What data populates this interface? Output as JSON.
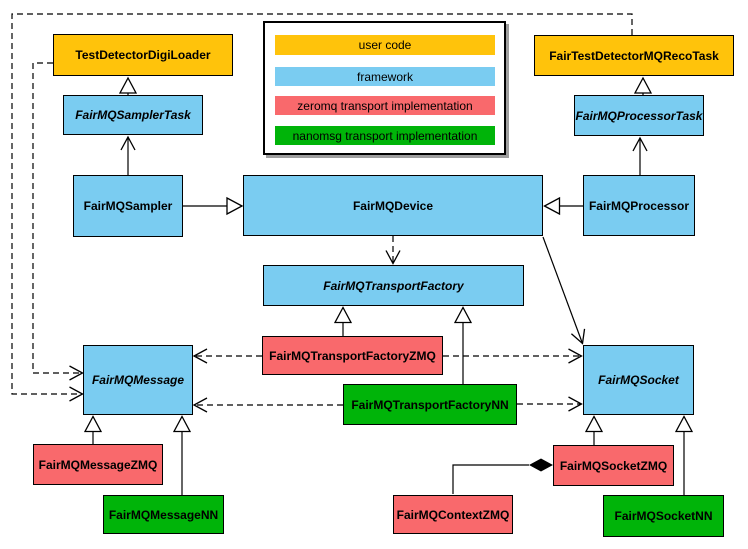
{
  "legend": {
    "items": [
      {
        "label": "user code",
        "color": "#FFC30B"
      },
      {
        "label": "framework",
        "color": "#7ACCF1"
      },
      {
        "label": "zeromq transport implementation",
        "color": "#F9696C"
      },
      {
        "label": "nanomsg transport implementation",
        "color": "#00B409"
      }
    ]
  },
  "colors": {
    "user_code": "#FFC30B",
    "framework": "#7ACCF1",
    "zeromq": "#F9696C",
    "nanomsg": "#00B409",
    "line": "#000000",
    "background": "#FFFFFF"
  },
  "nodes": {
    "digi_loader": {
      "label": "TestDetectorDigiLoader",
      "category": "user code",
      "abstract": false
    },
    "sampler_task": {
      "label": "FairMQSamplerTask",
      "category": "framework",
      "abstract": true
    },
    "sampler": {
      "label": "FairMQSampler",
      "category": "framework",
      "abstract": false
    },
    "device": {
      "label": "FairMQDevice",
      "category": "framework",
      "abstract": false
    },
    "reco_task": {
      "label": "FairTestDetectorMQRecoTask",
      "category": "user code",
      "abstract": false
    },
    "processor_task": {
      "label": "FairMQProcessorTask",
      "category": "framework",
      "abstract": true
    },
    "processor": {
      "label": "FairMQProcessor",
      "category": "framework",
      "abstract": false
    },
    "transport_factory": {
      "label": "FairMQTransportFactory",
      "category": "framework",
      "abstract": true
    },
    "transport_factory_zmq": {
      "label": "FairMQTransportFactoryZMQ",
      "category": "zeromq",
      "abstract": false
    },
    "transport_factory_nn": {
      "label": "FairMQTransportFactoryNN",
      "category": "nanomsg",
      "abstract": false
    },
    "message": {
      "label": "FairMQMessage",
      "category": "framework",
      "abstract": true
    },
    "socket": {
      "label": "FairMQSocket",
      "category": "framework",
      "abstract": true
    },
    "message_zmq": {
      "label": "FairMQMessageZMQ",
      "category": "zeromq",
      "abstract": false
    },
    "message_nn": {
      "label": "FairMQMessageNN",
      "category": "nanomsg",
      "abstract": false
    },
    "context_zmq": {
      "label": "FairMQContextZMQ",
      "category": "zeromq",
      "abstract": false
    },
    "socket_zmq": {
      "label": "FairMQSocketZMQ",
      "category": "zeromq",
      "abstract": false
    },
    "socket_nn": {
      "label": "FairMQSocketNN",
      "category": "nanomsg",
      "abstract": false
    }
  },
  "edges": [
    {
      "from": "FairMQSamplerTask",
      "to": "TestDetectorDigiLoader",
      "style": "solid",
      "arrow": "hollow-triangle"
    },
    {
      "from": "FairMQProcessorTask",
      "to": "FairTestDetectorMQRecoTask",
      "style": "solid",
      "arrow": "hollow-triangle"
    },
    {
      "from": "FairMQSampler",
      "to": "FairMQSamplerTask",
      "style": "solid",
      "arrow": "open"
    },
    {
      "from": "FairMQProcessor",
      "to": "FairMQProcessorTask",
      "style": "solid",
      "arrow": "open"
    },
    {
      "from": "FairMQSampler",
      "to": "FairMQDevice",
      "style": "solid",
      "arrow": "hollow-triangle"
    },
    {
      "from": "FairMQProcessor",
      "to": "FairMQDevice",
      "style": "solid",
      "arrow": "hollow-triangle"
    },
    {
      "from": "FairMQDevice",
      "to": "FairMQTransportFactory",
      "style": "dashed",
      "arrow": "open"
    },
    {
      "from": "FairMQDevice",
      "to": "FairMQSocket",
      "style": "solid",
      "arrow": "open"
    },
    {
      "from": "FairMQTransportFactoryZMQ",
      "to": "FairMQTransportFactory",
      "style": "solid",
      "arrow": "hollow-triangle"
    },
    {
      "from": "FairMQTransportFactoryNN",
      "to": "FairMQTransportFactory",
      "style": "solid",
      "arrow": "hollow-triangle"
    },
    {
      "from": "TestDetectorDigiLoader",
      "to": "FairMQMessage",
      "style": "dashed",
      "arrow": "open"
    },
    {
      "from": "FairTestDetectorMQRecoTask",
      "to": "FairMQMessage",
      "style": "dashed",
      "arrow": "open"
    },
    {
      "from": "FairMQTransportFactoryZMQ",
      "to": "FairMQMessage",
      "style": "dashed",
      "arrow": "open"
    },
    {
      "from": "FairMQTransportFactoryZMQ",
      "to": "FairMQSocket",
      "style": "dashed",
      "arrow": "open"
    },
    {
      "from": "FairMQTransportFactoryNN",
      "to": "FairMQMessage",
      "style": "dashed",
      "arrow": "open"
    },
    {
      "from": "FairMQTransportFactoryNN",
      "to": "FairMQSocket",
      "style": "dashed",
      "arrow": "open"
    },
    {
      "from": "FairMQMessageZMQ",
      "to": "FairMQMessage",
      "style": "solid",
      "arrow": "hollow-triangle"
    },
    {
      "from": "FairMQMessageNN",
      "to": "FairMQMessage",
      "style": "solid",
      "arrow": "hollow-triangle"
    },
    {
      "from": "FairMQSocketZMQ",
      "to": "FairMQSocket",
      "style": "solid",
      "arrow": "hollow-triangle"
    },
    {
      "from": "FairMQSocketNN",
      "to": "FairMQSocket",
      "style": "solid",
      "arrow": "hollow-triangle"
    },
    {
      "from": "FairMQContextZMQ",
      "to": "FairMQSocketZMQ",
      "style": "solid",
      "arrow": "filled-diamond"
    }
  ]
}
